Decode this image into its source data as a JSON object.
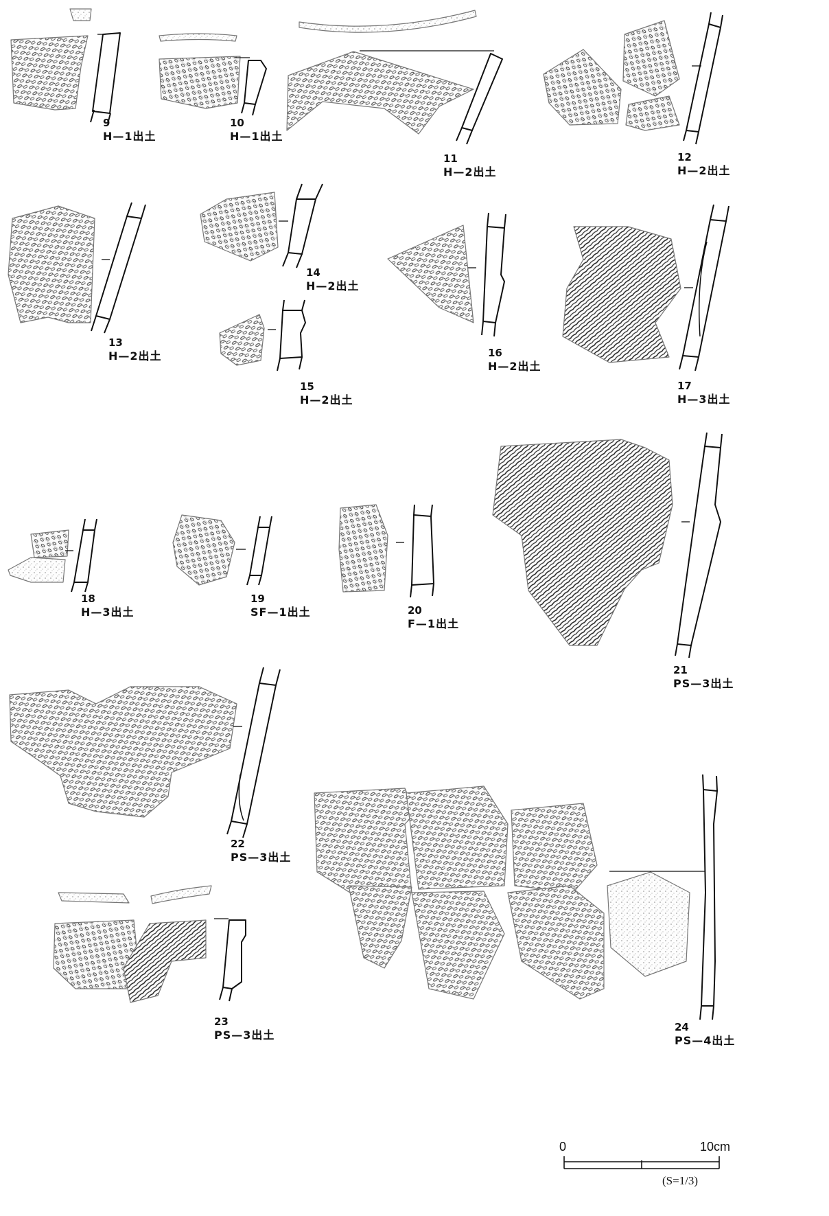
{
  "figures": [
    {
      "id": "9",
      "provenance": "H—1出土"
    },
    {
      "id": "10",
      "provenance": "H—1出土"
    },
    {
      "id": "11",
      "provenance": "H—2出土"
    },
    {
      "id": "12",
      "provenance": "H—2出土"
    },
    {
      "id": "13",
      "provenance": "H—2出土"
    },
    {
      "id": "14",
      "provenance": "H—2出土"
    },
    {
      "id": "15",
      "provenance": "H—2出土"
    },
    {
      "id": "16",
      "provenance": "H—2出土"
    },
    {
      "id": "17",
      "provenance": "H—3出土"
    },
    {
      "id": "18",
      "provenance": "H—3出土"
    },
    {
      "id": "19",
      "provenance": "SF—1出土"
    },
    {
      "id": "20",
      "provenance": "F—1出土"
    },
    {
      "id": "21",
      "provenance": "PS—3出土"
    },
    {
      "id": "22",
      "provenance": "PS—3出土"
    },
    {
      "id": "23",
      "provenance": "PS—3出土"
    },
    {
      "id": "24",
      "provenance": "PS—4出土"
    }
  ],
  "scale_bar": {
    "start_label": "0",
    "end_label": "10cm",
    "ratio": "(S=1/3)"
  }
}
